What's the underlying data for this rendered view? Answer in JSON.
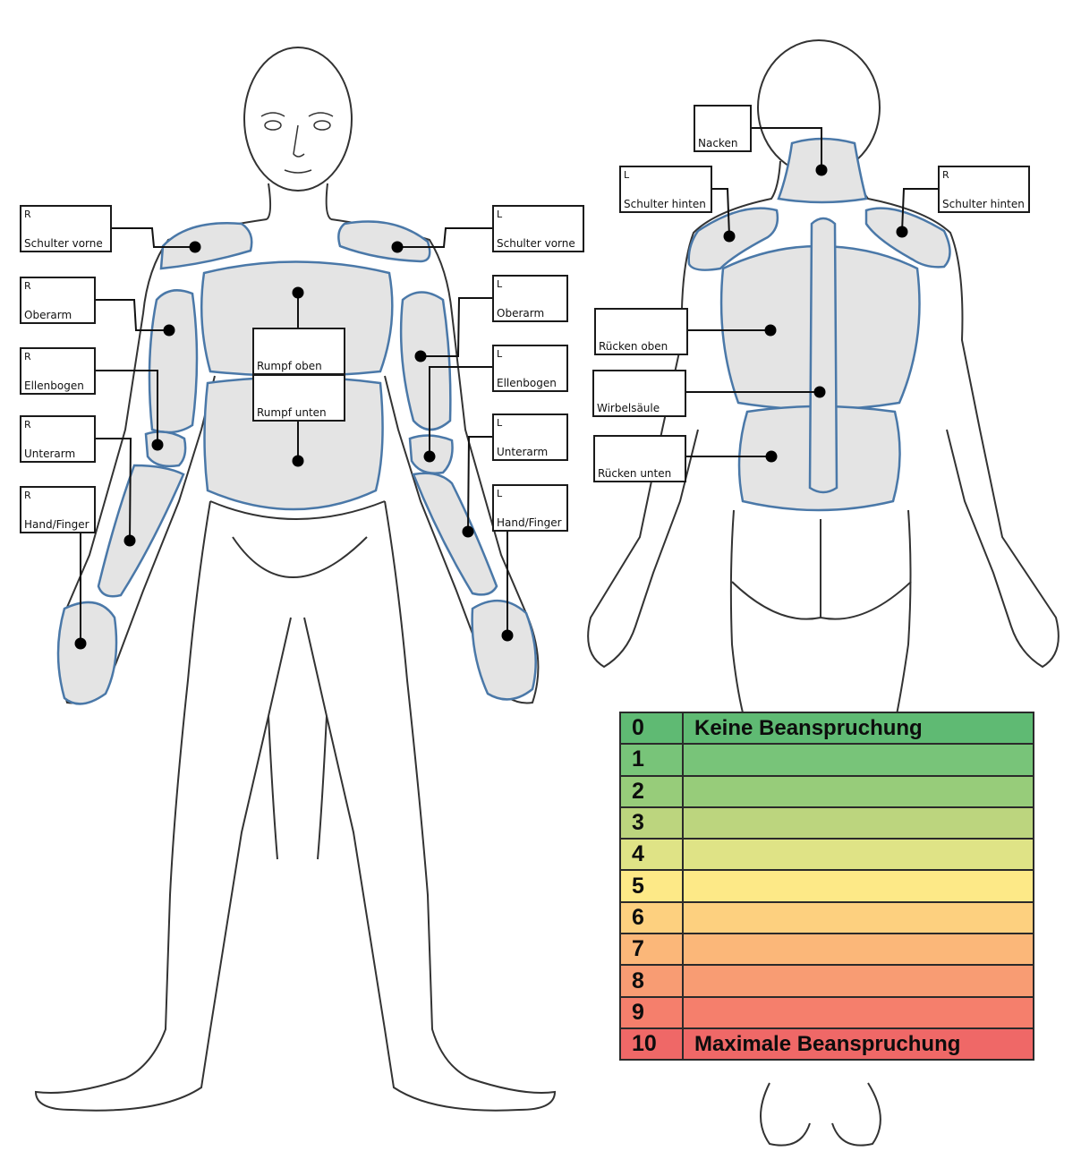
{
  "front_labels": [
    {
      "id": "r-schulter-vorne",
      "side": "R",
      "name": "Schulter vorne"
    },
    {
      "id": "l-schulter-vorne",
      "side": "L",
      "name": "Schulter vorne"
    },
    {
      "id": "r-oberarm",
      "side": "R",
      "name": "Oberarm"
    },
    {
      "id": "l-oberarm",
      "side": "L",
      "name": "Oberarm"
    },
    {
      "id": "r-ellenbogen",
      "side": "R",
      "name": "Ellenbogen"
    },
    {
      "id": "l-ellenbogen",
      "side": "L",
      "name": "Ellenbogen"
    },
    {
      "id": "r-unterarm",
      "side": "R",
      "name": "Unterarm"
    },
    {
      "id": "l-unterarm",
      "side": "L",
      "name": "Unterarm"
    },
    {
      "id": "r-hand",
      "side": "R",
      "name": "Hand/Finger"
    },
    {
      "id": "l-hand",
      "side": "L",
      "name": "Hand/Finger"
    },
    {
      "id": "rumpf-oben",
      "side": "",
      "name": "Rumpf oben"
    },
    {
      "id": "rumpf-unten",
      "side": "",
      "name": "Rumpf unten"
    }
  ],
  "back_labels": [
    {
      "id": "nacken",
      "side": "",
      "name": "Nacken"
    },
    {
      "id": "l-schulter-hinten",
      "side": "L",
      "name": "Schulter hinten"
    },
    {
      "id": "r-schulter-hinten",
      "side": "R",
      "name": "Schulter hinten"
    },
    {
      "id": "ruecken-oben",
      "side": "",
      "name": "Rücken oben"
    },
    {
      "id": "wirbelsaeule",
      "side": "",
      "name": "Wirbelsäule"
    },
    {
      "id": "ruecken-unten",
      "side": "",
      "name": "Rücken unten"
    }
  ],
  "scale": [
    {
      "level": "0",
      "text": "Keine Beanspruchung",
      "color": "#5fba73"
    },
    {
      "level": "1",
      "text": "",
      "color": "#78c479"
    },
    {
      "level": "2",
      "text": "",
      "color": "#97cc7a"
    },
    {
      "level": "3",
      "text": "",
      "color": "#bcd57e"
    },
    {
      "level": "4",
      "text": "",
      "color": "#dfe386"
    },
    {
      "level": "5",
      "text": "",
      "color": "#fde987"
    },
    {
      "level": "6",
      "text": "",
      "color": "#fdd07f"
    },
    {
      "level": "7",
      "text": "",
      "color": "#fbb779"
    },
    {
      "level": "8",
      "text": "",
      "color": "#f89c73"
    },
    {
      "level": "9",
      "text": "",
      "color": "#f57f6c"
    },
    {
      "level": "10",
      "text": "Maximale Beanspruchung",
      "color": "#ef6867"
    }
  ],
  "colors": {
    "region_fill": "#e4e4e4",
    "region_stroke": "#4a78a8",
    "outline": "#333333"
  }
}
